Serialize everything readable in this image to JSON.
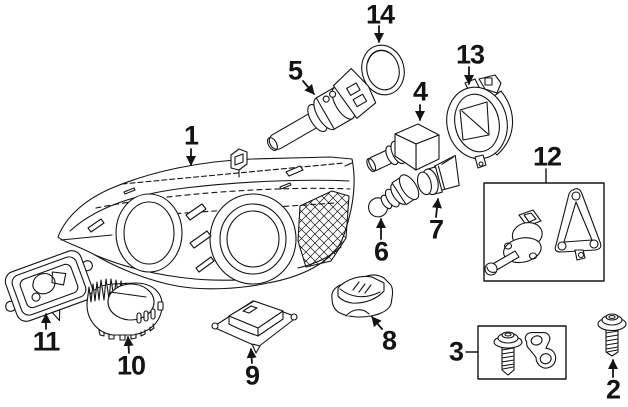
{
  "diagram": {
    "kind": "exploded-parts-diagram",
    "subject": "headlamp-assembly-exploded-view",
    "colors": {
      "background": "#ffffff",
      "line": "#141414",
      "label": "#141414"
    },
    "callouts": [
      {
        "label": "1",
        "part": "headlamp-assembly"
      },
      {
        "label": "2",
        "part": "mounting-screw"
      },
      {
        "label": "3",
        "part": "hardware-kit-screw-and-clip"
      },
      {
        "label": "4",
        "part": "halogen-bulb-cube-base"
      },
      {
        "label": "5",
        "part": "bulb-with-connector"
      },
      {
        "label": "6",
        "part": "small-bulb"
      },
      {
        "label": "7",
        "part": "bulb-socket"
      },
      {
        "label": "8",
        "part": "control-module"
      },
      {
        "label": "9",
        "part": "control-unit-on-plate"
      },
      {
        "label": "10",
        "part": "ballast-with-heatsink"
      },
      {
        "label": "11",
        "part": "led-driver-module"
      },
      {
        "label": "12",
        "part": "leveling-sensor-kit-boxed"
      },
      {
        "label": "13",
        "part": "retaining-ring-bracket"
      },
      {
        "label": "14",
        "part": "seal-ring-gasket"
      }
    ]
  }
}
